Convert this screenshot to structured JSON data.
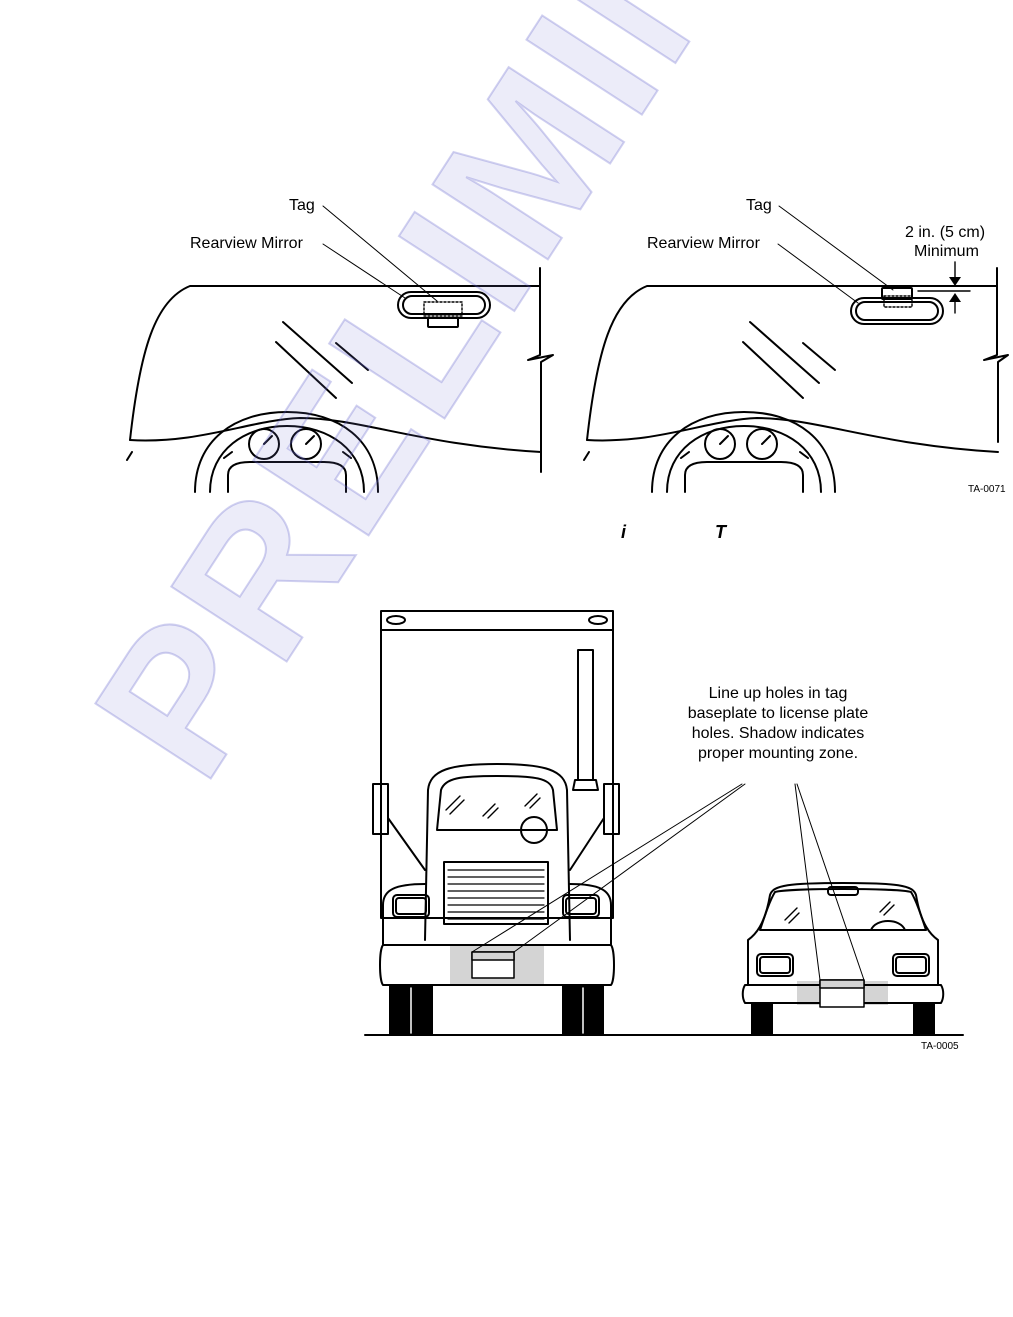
{
  "figure1": {
    "left": {
      "tag_label": "Tag",
      "mirror_label": "Rearview Mirror"
    },
    "right": {
      "tag_label": "Tag",
      "mirror_label": "Rearview Mirror",
      "clearance_line1": "2 in. (5 cm)",
      "clearance_line2": "Minimum"
    },
    "code": "TA-0071"
  },
  "caption_fragments": [
    "i",
    "T"
  ],
  "figure2": {
    "note": "Line up holes in tag baseplate to license plate holes. Shadow indicates proper mounting zone.",
    "code": "TA-0005"
  },
  "watermark": "PRELIMINARY",
  "colors": {
    "shadow_zone": "#d4d4d4",
    "watermark": "#8c8cd8"
  }
}
